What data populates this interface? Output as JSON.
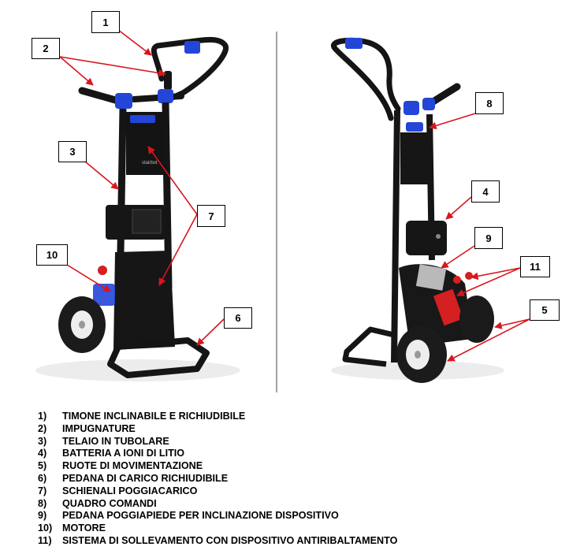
{
  "callouts": {
    "c1": "1",
    "c2": "2",
    "c3": "3",
    "c4": "4",
    "c5": "5",
    "c6": "6",
    "c7": "7",
    "c8": "8",
    "c9": "9",
    "c10": "10",
    "c11": "11"
  },
  "product_marking": "stairbot",
  "legend": [
    {
      "num": "1)",
      "text": "TIMONE INCLINABILE E RICHIUDIBILE"
    },
    {
      "num": "2)",
      "text": "IMPUGNATURE"
    },
    {
      "num": "3)",
      "text": "TELAIO IN TUBOLARE"
    },
    {
      "num": "4)",
      "text": "BATTERIA A IONI DI LITIO"
    },
    {
      "num": "5)",
      "text": "RUOTE DI MOVIMENTAZIONE"
    },
    {
      "num": "6)",
      "text": "PEDANA DI CARICO RICHIUDIBILE"
    },
    {
      "num": "7)",
      "text": "SCHIENALI POGGIACARICO"
    },
    {
      "num": "8)",
      "text": "QUADRO COMANDI"
    },
    {
      "num": "9)",
      "text": "PEDANA POGGIAPIEDE PER INCLINAZIONE DISPOSITIVO"
    },
    {
      "num": "10)",
      "text": "MOTORE"
    },
    {
      "num": "11)",
      "text": "SISTEMA DI SOLLEVAMENTO CON DISPOSITIVO ANTIRIBALTAMENTO"
    }
  ],
  "colors": {
    "frame": "#151515",
    "accent_blue": "#2446d8",
    "accent_red": "#d42020",
    "leader_line": "#d8161e",
    "tire": "#1b1b1b",
    "rim": "#eeeeee"
  }
}
